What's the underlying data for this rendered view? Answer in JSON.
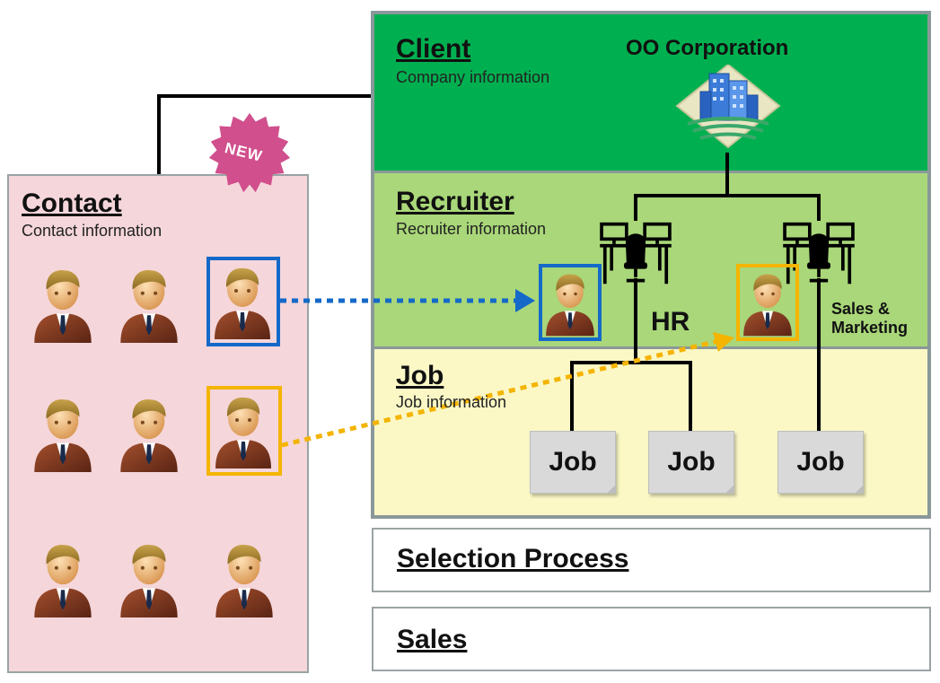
{
  "client": {
    "title": "Client",
    "subtitle": "Company information",
    "corporation_name": "OO Corporation",
    "icon": "corporation-building-icon"
  },
  "recruiter": {
    "title": "Recruiter",
    "subtitle": "Recruiter information",
    "departments": [
      {
        "label": "HR",
        "icon": "desk-group-icon"
      },
      {
        "label": "Sales &\nMarketing",
        "icon": "desk-group-icon"
      }
    ]
  },
  "job": {
    "title": "Job",
    "subtitle": "Job information",
    "cards": [
      "Job",
      "Job",
      "Job"
    ]
  },
  "contact": {
    "title": "Contact",
    "subtitle": "Contact information",
    "badge": "NEW",
    "person_icon": "businessman-icon",
    "grid_rows": 3,
    "grid_cols": 3
  },
  "bottom_boxes": {
    "selection_process": "Selection Process",
    "sales": "Sales"
  },
  "colors": {
    "client_green": "#00b050",
    "recruiter_green": "#a9d779",
    "job_yellow": "#fbf8c6",
    "contact_pink": "#f5d6da",
    "highlight_blue": "#1469c9",
    "highlight_yellow": "#f4b400",
    "badge_pink": "#d04f8c"
  }
}
